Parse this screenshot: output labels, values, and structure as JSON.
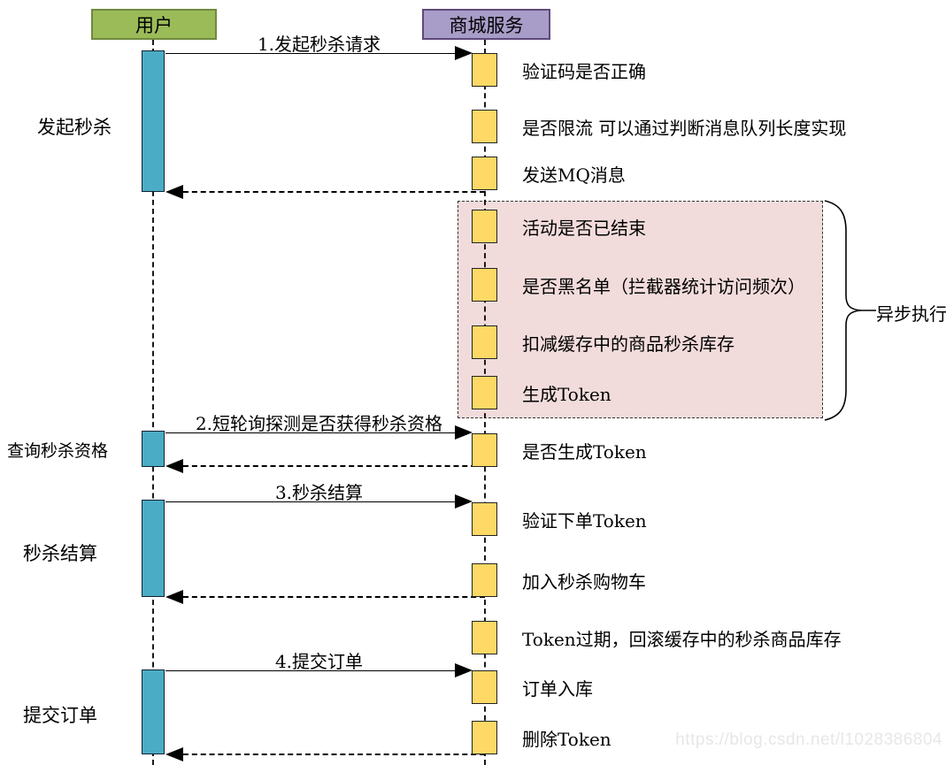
{
  "actors": {
    "user": "用户",
    "service": "商城服务"
  },
  "phases": [
    "发起秒杀",
    "查询秒杀资格",
    "秒杀结算",
    "提交订单"
  ],
  "messages": [
    "1.发起秒杀请求",
    "2.短轮询探测是否获得秒杀资格",
    "3.秒杀结算",
    "4.提交订单"
  ],
  "activities": [
    "验证码是否正确",
    "是否限流 可以通过判断消息队列长度实现",
    "发送MQ消息",
    "活动是否已结束",
    "是否黑名单（拦截器统计访问频次）",
    "扣减缓存中的商品秒杀库存",
    "生成Token",
    "是否生成Token",
    "验证下单Token",
    "加入秒杀购物车",
    "Token过期，回滚缓存中的秒杀商品库存",
    "订单入库",
    "删除Token"
  ],
  "async_label": "异步执行",
  "watermark": "https://blog.csdn.net/l1028386804",
  "colors": {
    "actor_user_fill": "#9BBB59",
    "actor_service_fill": "#A89CC8",
    "activation_fill": "#4BACC6",
    "activity_fill": "#FFD966",
    "async_group_fill": "#F2DCDB"
  }
}
